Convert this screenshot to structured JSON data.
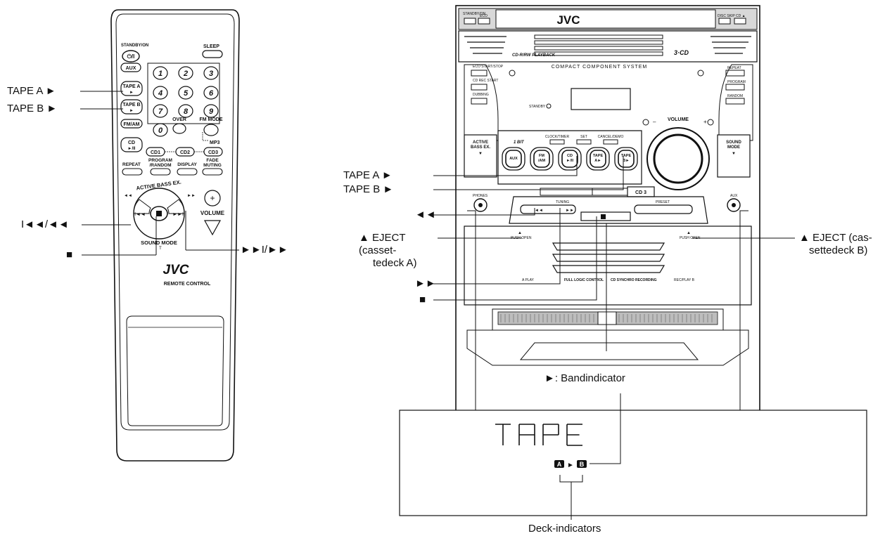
{
  "remote": {
    "brand": "JVC",
    "subtitle": "REMOTE CONTROL",
    "buttons": {
      "standby": "STANDBY/ON",
      "sleep": "SLEEP",
      "aux": "AUX",
      "tape_a": "TAPE A",
      "tape_b": "TAPE B",
      "fm_am": "FM/AM",
      "cd": "CD",
      "cd_play": "►/II",
      "cd1": "CD1",
      "cd2": "CD2",
      "cd3": "CD3",
      "over": "OVER",
      "fm_mode": "FM MODE",
      "mp3": "MP3",
      "repeat": "REPEAT",
      "program_random": "PROGRAM /RANDOM",
      "display": "DISPLAY",
      "fade_muting": "FADE MUTING",
      "active_bass": "ACTIVE BASS EX.",
      "sound_mode": "SOUND MODE",
      "volume": "VOLUME",
      "digits": [
        "1",
        "2",
        "3",
        "4",
        "5",
        "6",
        "7",
        "8",
        "9",
        "0"
      ]
    }
  },
  "unit": {
    "brand": "JVC",
    "compact_label": "COMPACT  COMPONENT  SYSTEM",
    "cd_rw": "CD-R/RW PLAYBACK",
    "three_cd": "3·CD",
    "volume": "VOLUME",
    "standby": "STANDBY",
    "active_bass": "ACTIVE BASS EX.",
    "sound_mode": "SOUND MODE",
    "one_bit": "1 BIT",
    "clock_timer": "CLOCK/TIMER",
    "set": "SET",
    "cancel_demo": "CANCEL/DEMO",
    "buttons": [
      "AUX",
      "FM /AM",
      "CD ►/II",
      "TAPE A►",
      "TAPE B►"
    ],
    "left_side": [
      "ECO START/STOP",
      "CD REC START",
      "DUBBING"
    ],
    "right_side": [
      "REPEAT",
      "PROGRAM",
      "RANDOM"
    ],
    "cd3_tray": "CD 3",
    "phones": "PHONES",
    "aux_jack": "AUX",
    "push_open": "PUSH OPEN",
    "a_play": "A PLAY",
    "full_logic": "FULL LOGIC CONTROL",
    "cd_sync": "CD SYNCHRO RECORDING",
    "rec_play": "REC/PLAY B",
    "tuning": "TUNING",
    "preset": "PRESET",
    "disc_skip": "DISC SKIP",
    "cd_eject": "CD ▲",
    "standby_on": "STANDBY/ON",
    "eco": "ECO"
  },
  "display_panel": {
    "text": "TAPE",
    "deck_a": "A",
    "arrow": "►",
    "deck_b": "B"
  },
  "callouts": {
    "remote_tape_a": "TAPE A ►",
    "remote_tape_b": "TAPE B ►",
    "remote_rew": "I◄◄/◄◄",
    "remote_stop": "■",
    "remote_ff": "►►I/►►",
    "unit_tape_a": "TAPE A ►",
    "unit_tape_b": "TAPE B ►",
    "unit_rew": "◄◄",
    "eject_a": "▲ EJECT (casset-tedeck A)",
    "eject_b": "▲ EJECT (cas-settedeck B)",
    "unit_ff": "►►",
    "unit_stop": "■",
    "band_indicator": "►: Bandindicator",
    "deck_indicators": "Deck-indicators"
  }
}
